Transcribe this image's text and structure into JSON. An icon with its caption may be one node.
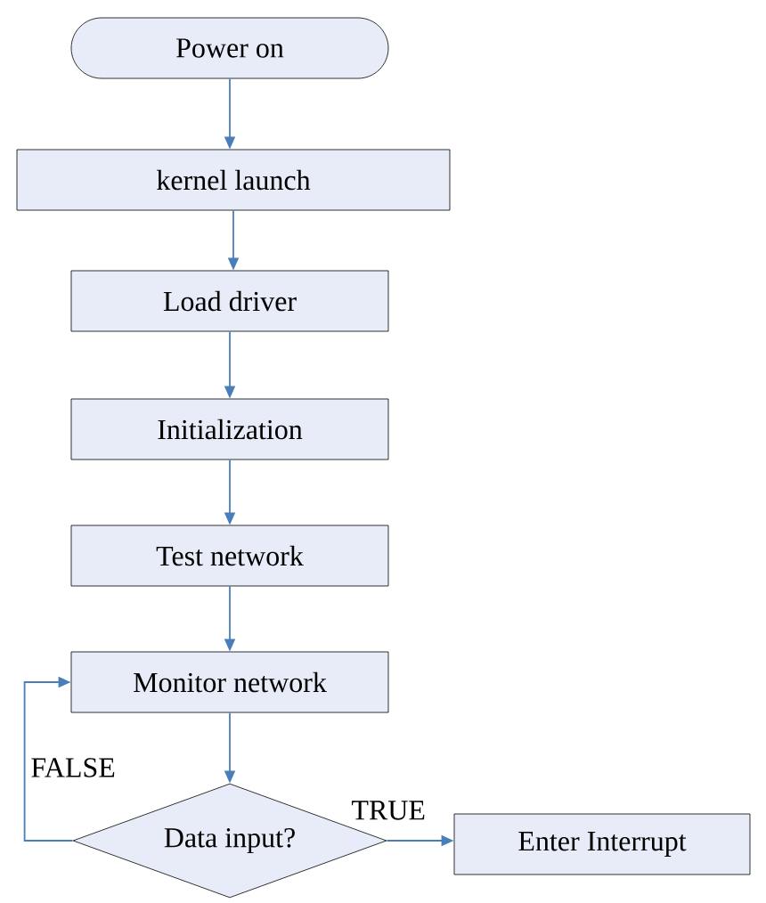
{
  "diagram": {
    "nodes": [
      {
        "text": [
          "Power on"
        ]
      },
      {
        "text": [
          "kernel launch"
        ]
      },
      {
        "text": [
          "Load driver"
        ]
      },
      {
        "text": [
          "Initialization"
        ]
      },
      {
        "text": [
          "Test network"
        ]
      },
      {
        "text": [
          "Monitor network"
        ]
      },
      {
        "text": [
          "Data input?"
        ]
      },
      {
        "text": [
          "Enter Interrupt"
        ]
      }
    ],
    "edges": [
      {
        "from": 0,
        "to": 1,
        "arrow": "to"
      },
      {
        "from": 1,
        "to": 2,
        "arrow": "to"
      },
      {
        "from": 2,
        "to": 3,
        "arrow": "to"
      },
      {
        "from": 3,
        "to": 4,
        "arrow": "to"
      },
      {
        "from": 4,
        "to": 5,
        "arrow": "to"
      },
      {
        "from": 5,
        "to": 6,
        "arrow": "to"
      },
      {
        "from": 6,
        "to": 7,
        "arrow": "to",
        "label": "TRUE"
      },
      {
        "from": 6,
        "to": 5,
        "arrow": "to",
        "label": "FALSE"
      }
    ]
  }
}
